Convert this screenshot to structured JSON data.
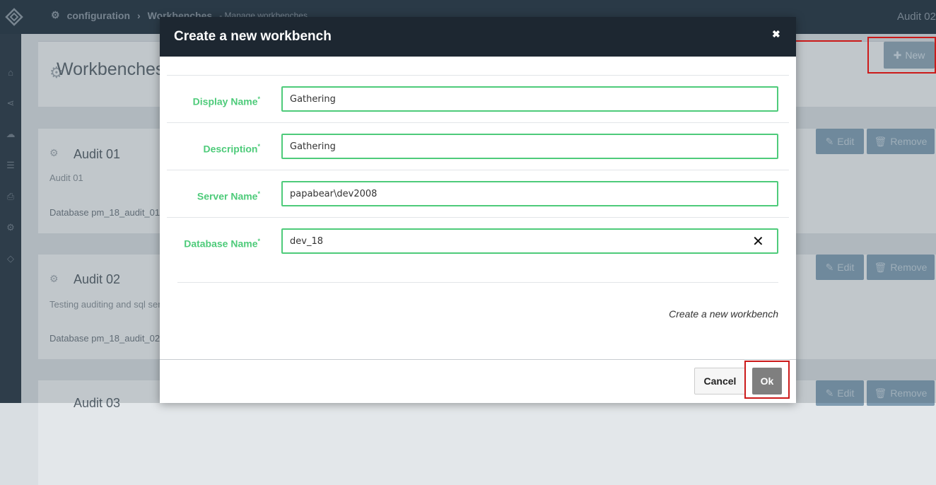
{
  "topbar": {
    "breadcrumb_section": "configuration",
    "breadcrumb_page": "Workbenches",
    "breadcrumb_sub": "- Manage workbenches",
    "user": "Audit 02"
  },
  "page": {
    "title": "Workbenches",
    "new_label": "New"
  },
  "cards": [
    {
      "title": "Audit 01",
      "desc": "Audit 01",
      "db": "Database pm_18_audit_01",
      "edit": "Edit",
      "remove": "Remove"
    },
    {
      "title": "Audit 02",
      "desc": "Testing auditing and sql server",
      "db": "Database pm_18_audit_02",
      "edit": "Edit",
      "remove": "Remove"
    },
    {
      "title": "Audit 03",
      "edit": "Edit",
      "remove": "Remove"
    }
  ],
  "modal": {
    "title": "Create a new workbench",
    "close_icon": "times-icon",
    "fields": [
      {
        "label": "Display Name",
        "required": "*",
        "value": "Gathering"
      },
      {
        "label": "Description",
        "required": "*",
        "value": "Gathering"
      },
      {
        "label": "Server Name",
        "required": "*",
        "value": "papabear\\dev2008"
      },
      {
        "label": "Database Name",
        "required": "*",
        "value": "dev_18"
      }
    ],
    "hint": "Create a new workbench",
    "cancel_label": "Cancel",
    "ok_label": "Ok"
  },
  "colors": {
    "accent_green": "#4ecb7a",
    "header_dark": "#1d2731",
    "annotation_red": "#cc1a1a"
  }
}
